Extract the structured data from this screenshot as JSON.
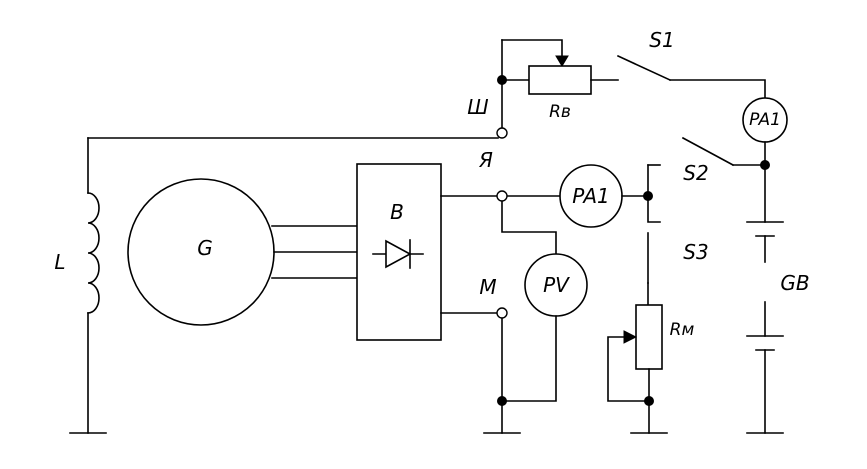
{
  "labels": {
    "L": "L",
    "G": "G",
    "B": "B",
    "Sh": "Ш",
    "Ya": "Я",
    "M": "M",
    "Rv": "Rв",
    "S1": "S1",
    "S2": "S2",
    "S3": "S3",
    "PA1_top": "PA1",
    "PA1_mid": "PA1",
    "PV": "PV",
    "Rm": "Rм",
    "GB": "GB"
  }
}
